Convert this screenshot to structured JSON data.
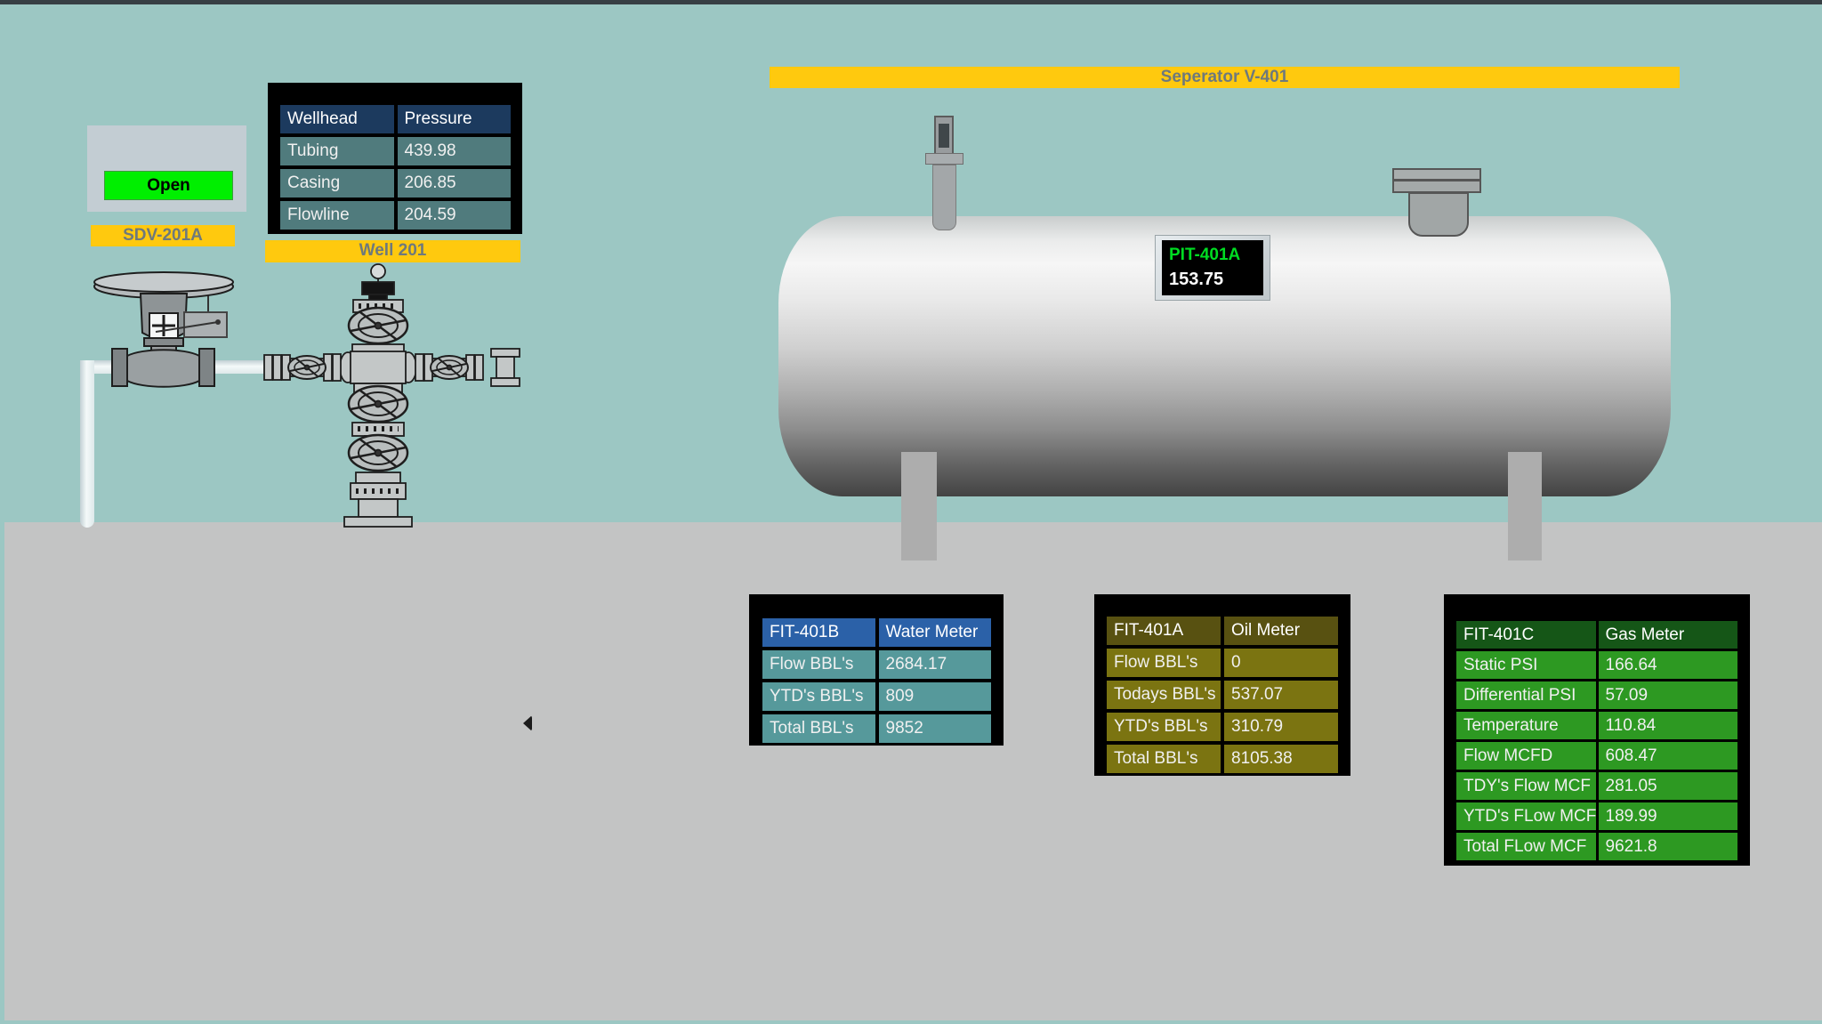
{
  "colors": {
    "background": "#9cc7c3",
    "ground": "#c3c4c4",
    "banner_bg": "#ffc90e",
    "banner_text": "#6e797c",
    "table_frame": "#000000"
  },
  "sdv": {
    "status_label": "Open",
    "status_color": "#00ef00",
    "tag": "SDV-201A"
  },
  "well": {
    "tag": "Well 201",
    "table": {
      "header": [
        "Wellhead",
        "Pressure"
      ],
      "header_color": "#1c3a5e",
      "row_color": "#507b7d",
      "rows": [
        [
          "Tubing",
          "439.98"
        ],
        [
          "Casing",
          "206.85"
        ],
        [
          "Flowline",
          "204.59"
        ]
      ]
    }
  },
  "separator": {
    "title": "Seperator V-401",
    "pit": {
      "tag": "PIT-401A",
      "tag_color": "#00dd22",
      "value": "153.75"
    }
  },
  "meters": {
    "water": {
      "header": [
        "FIT-401B",
        "Water Meter"
      ],
      "header_color": "#2b61a8",
      "row_color": "#56999b",
      "rows": [
        [
          "Flow BBL's",
          "2684.17"
        ],
        [
          "YTD's BBL's",
          "809"
        ],
        [
          "Total BBL's",
          "9852"
        ]
      ]
    },
    "oil": {
      "header": [
        "FIT-401A",
        "Oil Meter"
      ],
      "header_color": "#585111",
      "row_color": "#7b7411",
      "rows": [
        [
          "Flow BBL's",
          "0"
        ],
        [
          "Todays BBL's",
          "537.07"
        ],
        [
          "YTD's BBL's",
          "310.79"
        ],
        [
          "Total BBL's",
          "8105.38"
        ]
      ]
    },
    "gas": {
      "header": [
        "FIT-401C",
        "Gas Meter"
      ],
      "header_color": "#155617",
      "row_color": "#2d9922",
      "rows": [
        [
          "Static PSI",
          "166.64"
        ],
        [
          "Differential PSI",
          "57.09"
        ],
        [
          "Temperature",
          "110.84"
        ],
        [
          "Flow MCFD",
          "608.47"
        ],
        [
          "TDY's Flow MCF",
          "281.05"
        ],
        [
          "YTD's FLow MCF",
          "189.99"
        ],
        [
          "Total FLow MCF",
          "9621.8"
        ]
      ]
    }
  }
}
